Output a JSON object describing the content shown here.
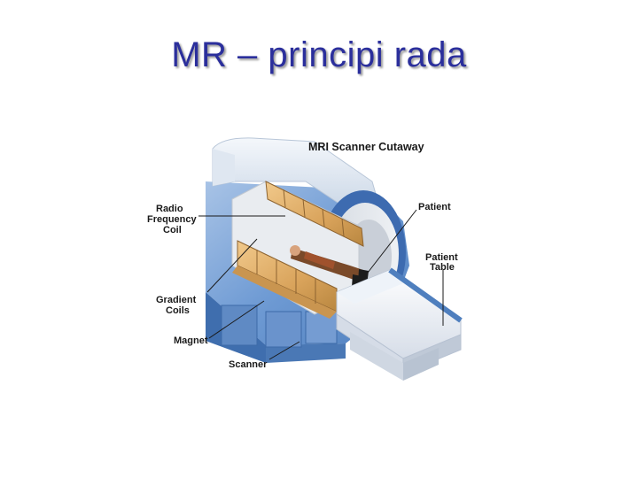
{
  "slide": {
    "title": "MR – principi rada"
  },
  "diagram": {
    "title": "MRI Scanner Cutaway",
    "labels": {
      "rf_coil": [
        "Radio",
        "Frequency",
        "Coil"
      ],
      "gradient": [
        "Gradient",
        "Coils"
      ],
      "magnet": "Magnet",
      "scanner": "Scanner",
      "patient": "Patient",
      "table": [
        "Patient",
        "Table"
      ]
    }
  }
}
